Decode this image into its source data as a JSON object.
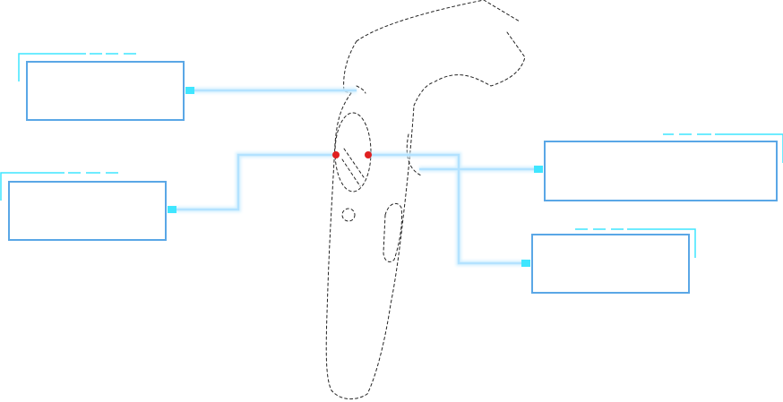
{
  "diagram": {
    "labels": [
      {
        "id": "box-tl",
        "text": ""
      },
      {
        "id": "box-ml",
        "text": ""
      },
      {
        "id": "box-rt",
        "text": ""
      },
      {
        "id": "box-rb",
        "text": ""
      }
    ],
    "colors": {
      "box_border": "#5aa7e6",
      "connector": "#b3e2ff",
      "connector_glow": "#d6f1ff",
      "terminal": "#3fe6ff",
      "accent_bracket": "#3fe6ff",
      "hotspot": "#e02020",
      "outline": "#222222"
    },
    "icons": [
      "controller-outline-icon",
      "hotspot-dot-icon",
      "connector-terminal-icon"
    ]
  }
}
